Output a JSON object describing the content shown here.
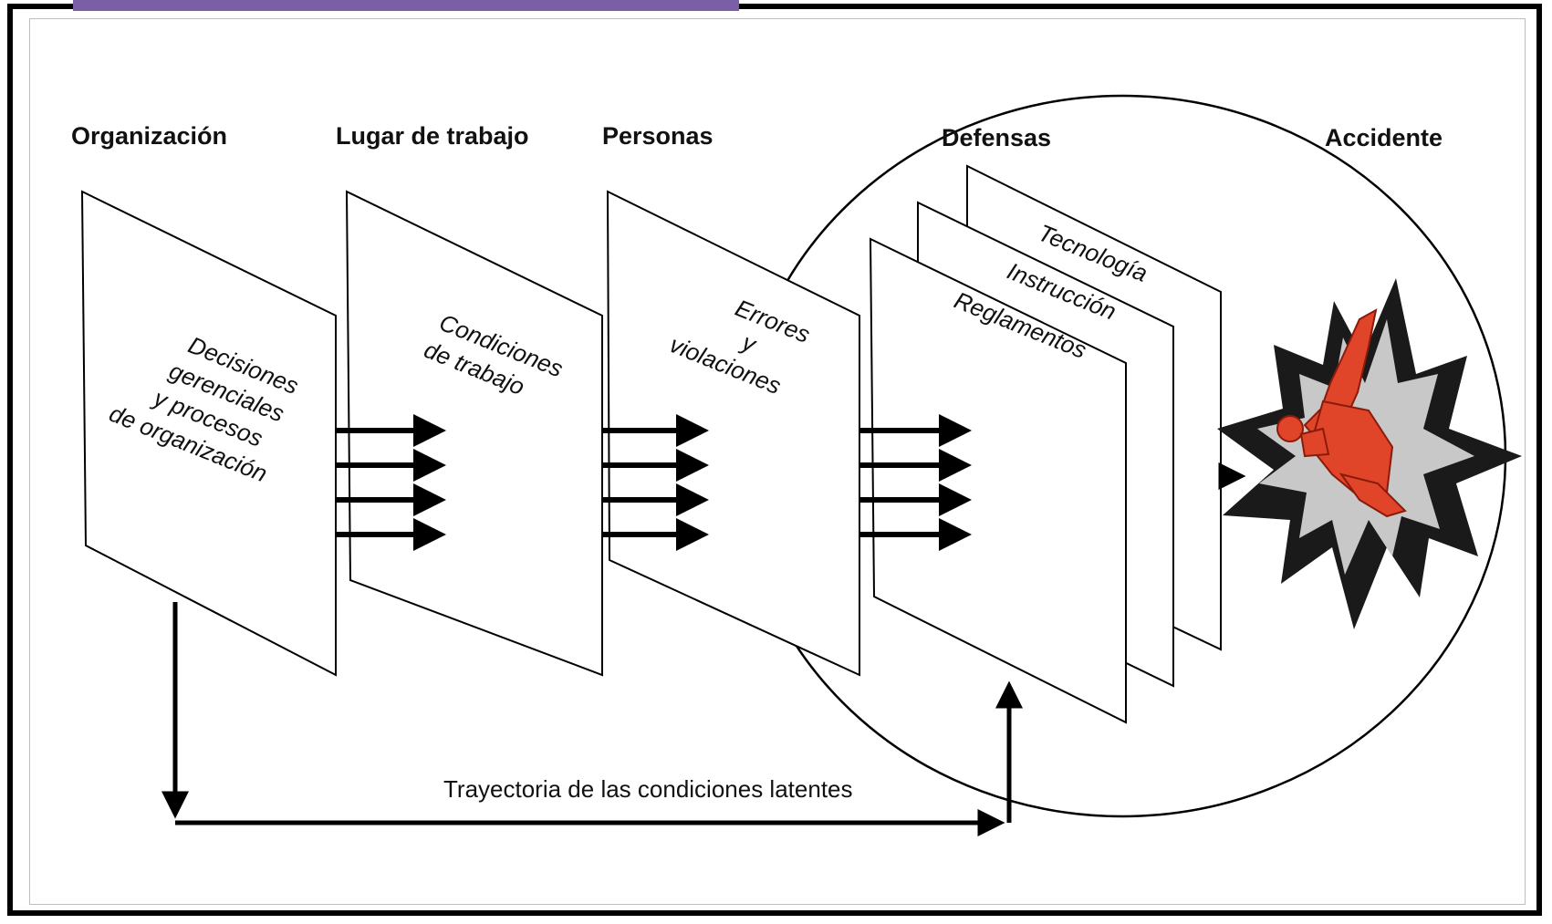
{
  "headers": {
    "organizacion": "Organización",
    "lugar": "Lugar de trabajo",
    "personas": "Personas",
    "defensas": "Defensas",
    "accidente": "Accidente"
  },
  "planes": {
    "org_lines": [
      "Decisiones",
      "gerenciales",
      "y procesos",
      "de organización"
    ],
    "lugar_lines": [
      "Condiciones",
      "de trabajo"
    ],
    "personas_lines": [
      "Errores",
      "y",
      "violaciones"
    ],
    "tecnologia": "Tecnología",
    "instruccion": "Instrucción",
    "reglamentos": "Reglamentos"
  },
  "trajectory_label": "Trayectoria de las condiciones latentes",
  "colors": {
    "explosion_outer": "#1a1a1a",
    "explosion_inner": "#c8c8c8",
    "figure": "#e0452a",
    "accent_bar": "#7b5fa6"
  },
  "icons": {
    "accident": "explosion-figure-icon"
  }
}
